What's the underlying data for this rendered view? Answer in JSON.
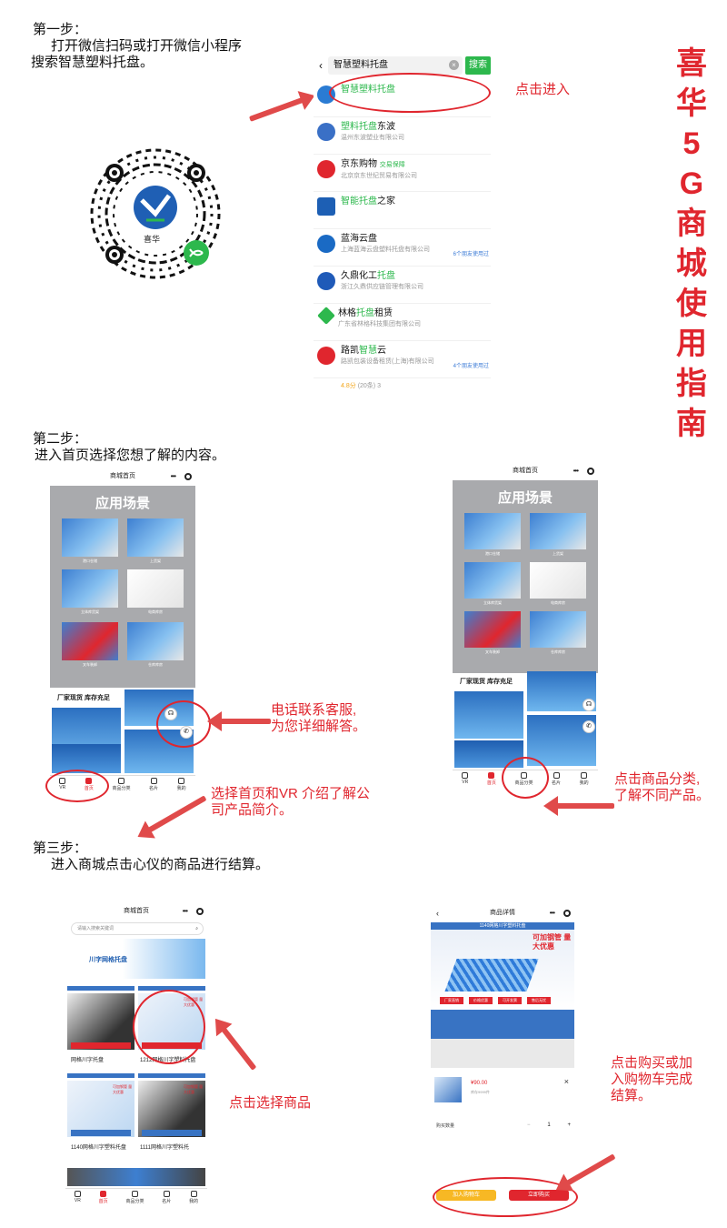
{
  "vertical_title": [
    "喜",
    "华",
    "5",
    "G",
    "商",
    "城",
    "使",
    "用",
    "指",
    "南"
  ],
  "step1": {
    "title": "第一步：",
    "line1": "打开微信扫码或打开微信小程序",
    "line2": "搜索智慧塑料托盘。",
    "qr_logo_text": "喜华"
  },
  "search_screen": {
    "query": "智慧塑料托盘",
    "search_button": "搜索",
    "results": [
      {
        "name_pre": "",
        "name_hl": "智慧塑料托盘",
        "name_post": "",
        "company": "",
        "friends": "",
        "color": "#2a7bd3"
      },
      {
        "name_pre": "",
        "name_hl": "塑料托盘",
        "name_post": "东波",
        "company": "温州东波塑业有限公司",
        "friends": "",
        "color": "#3a70c6"
      },
      {
        "name_pre": "京东购物 ",
        "name_hl": "",
        "name_post": "交易保障",
        "company": "北京京东世纪贸易有限公司",
        "friends": "",
        "color": "#e0262e"
      },
      {
        "name_pre": "",
        "name_hl": "智能托盘",
        "name_post": "之家",
        "company": "",
        "friends": "",
        "color": "#1d5fb4"
      },
      {
        "name_pre": "蓝海云盘",
        "name_hl": "",
        "name_post": "",
        "company": "上海蓝海云盘塑料托盘有限公司",
        "friends": "6个朋友使用过",
        "color": "#1a6ac4"
      },
      {
        "name_pre": "久鼎化工",
        "name_hl": "托盘",
        "name_post": "",
        "company": "浙江久鼎供应链管理有限公司",
        "friends": "",
        "color": "#1f5ab8"
      },
      {
        "name_pre": "林格",
        "name_hl": "托盘",
        "name_post": "租赁",
        "company": "广东省林格科技集团有限公司",
        "friends": "",
        "color": "#2db84d"
      },
      {
        "name_pre": "路凯",
        "name_hl": "智慧",
        "name_post": "云",
        "company": "路凯包装设备租赁(上海)有限公司",
        "friends": "4个朋友使用过",
        "color": "#e0262e"
      }
    ],
    "rating": "4.8分",
    "rating_count": "(20条) 3"
  },
  "annot_enter": "点击进入",
  "step2": {
    "title": "第二步：",
    "desc": "进入首页选择您想了解的内容。"
  },
  "home_screen": {
    "appbar_title": "商城首页",
    "scene_title": "应用场景",
    "thumb_labels": [
      "港口仓储",
      "上货架",
      "立体库货架",
      "电商库房",
      "叉车装卸",
      "仓库库房"
    ],
    "stock_text": "厂家现货 库存充足",
    "tabs": [
      "VR",
      "首页",
      "商品分类",
      "名片",
      "我的"
    ]
  },
  "annot_phone": {
    "line1": "电话联系客服,",
    "line2": "为您详细解答。"
  },
  "annot_home_vr": {
    "line1": "选择首页和VR 介绍了解公",
    "line2": "司产品简介。"
  },
  "annot_category": {
    "line1": "点击商品分类,",
    "line2": "了解不同产品。"
  },
  "step3": {
    "title": "第三步：",
    "desc": "进入商城点击心仪的商品进行结算。"
  },
  "mall_screen": {
    "appbar_title": "商城首页",
    "search_placeholder": "请输入搜索关键词",
    "banner_text": "川字网格托盘",
    "products": [
      "网格川字托盘",
      "1212网格川字塑料托盘",
      "1140网格川字塑料托盘",
      "1111网格川字塑料托"
    ],
    "promo": "可加钢管 量大优惠",
    "tabs": [
      "VR",
      "首页",
      "商品分类",
      "名片",
      "我的"
    ]
  },
  "annot_select": "点击选择商品",
  "detail_screen": {
    "appbar_title": "商品详情",
    "product_title": "1140网格川字塑料托盘",
    "promo": "可加钢管 量大优惠",
    "tags": [
      "厂家直销",
      "价格优惠",
      "可开发票",
      "售后无忧"
    ],
    "price": "¥90.00",
    "stock": "库存9999件",
    "qty_label": "购买数量",
    "qty_value": "1",
    "qty_minus": "−",
    "qty_plus": "+",
    "close": "×",
    "add_cart": "加入购物车",
    "buy_now": "立即购买"
  },
  "annot_buy": {
    "line1": "点击购买或加",
    "line2": "入购物车完成",
    "line3": "结算。"
  }
}
